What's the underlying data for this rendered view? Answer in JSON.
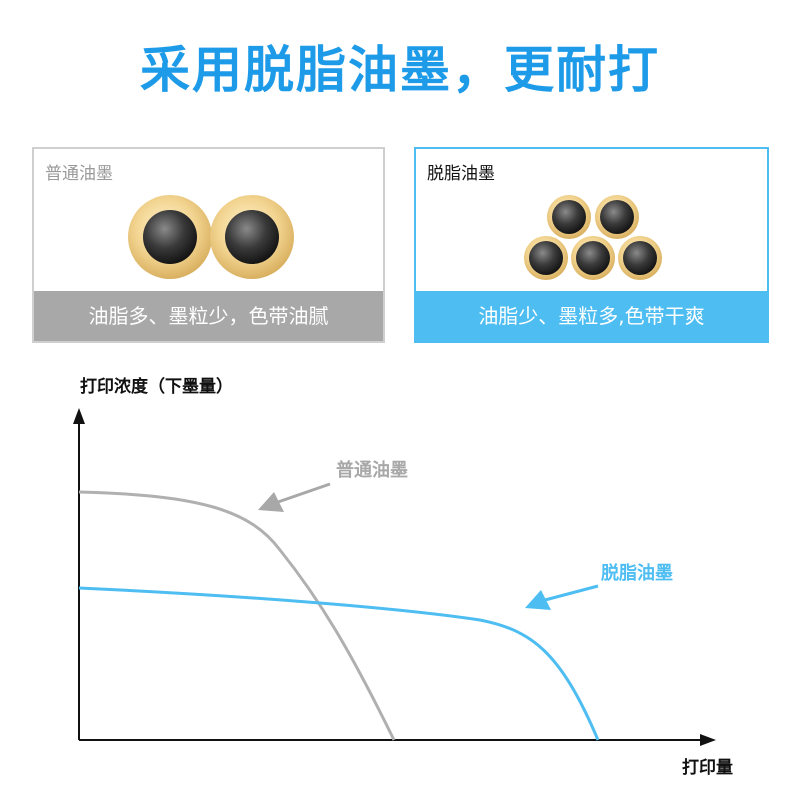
{
  "headline": "采用脱脂油墨，更耐打",
  "colors": {
    "accent_blue": "#1e9be8",
    "light_blue": "#4dbdf2",
    "gray": "#a8a8a8",
    "particle_gold": "#e8c77a",
    "particle_core": "#3a3a3a"
  },
  "comparison": {
    "normal": {
      "label": "普通油墨",
      "footer": "油脂多、墨粒少，色带油腻"
    },
    "degreased": {
      "label": "脱脂油墨",
      "footer": "油脂少、墨粒多,色带干爽"
    }
  },
  "chart_data": {
    "type": "line",
    "ylabel": "打印浓度（下墨量）",
    "xlabel": "打印量",
    "series": [
      {
        "name": "普通油墨",
        "color": "#b0b0b0"
      },
      {
        "name": "脱脂油墨",
        "color": "#4dbdf2"
      }
    ],
    "grid": false
  }
}
